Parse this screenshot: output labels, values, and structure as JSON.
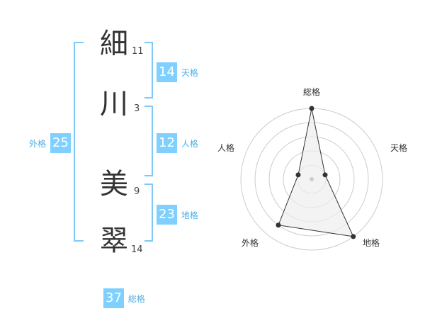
{
  "name": {
    "chars": [
      {
        "char": "細",
        "strokes": "11"
      },
      {
        "char": "川",
        "strokes": "3"
      },
      {
        "char": "美",
        "strokes": "9"
      },
      {
        "char": "翠",
        "strokes": "14"
      }
    ]
  },
  "fortunes": {
    "tenkaku": {
      "value": "14",
      "label": "天格"
    },
    "jinkaku": {
      "value": "12",
      "label": "人格"
    },
    "chikaku": {
      "value": "23",
      "label": "地格"
    },
    "gaikaku": {
      "value": "25",
      "label": "外格"
    },
    "soukaku": {
      "value": "37",
      "label": "総格"
    }
  },
  "radar": {
    "axes": [
      "総格",
      "天格",
      "地格",
      "外格",
      "人格"
    ],
    "levels": [
      5,
      1,
      5,
      4,
      1
    ],
    "max_level": 5,
    "colors": {
      "grid": "#cccccc",
      "fill": "#eeeeee",
      "line": "#333333",
      "center": "#cccccc"
    }
  },
  "colors": {
    "accent": "#7fd0ff",
    "bracket": "#7fc8f8",
    "label": "#4fb0e6"
  }
}
